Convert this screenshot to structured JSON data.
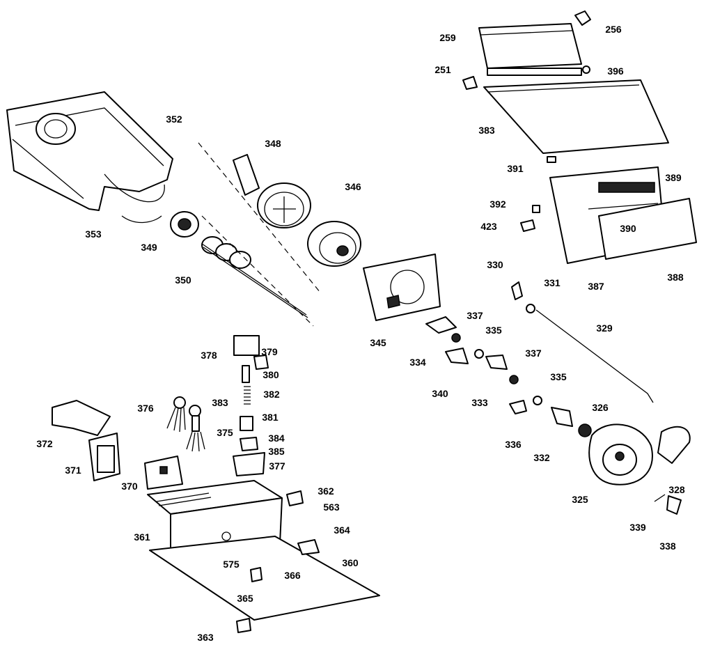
{
  "labels": {
    "p256": "256",
    "p259": "259",
    "p251": "251",
    "p396": "396",
    "p383_tray": "383",
    "p391": "391",
    "p389": "389",
    "p392": "392",
    "p390": "390",
    "p423": "423",
    "p387": "387",
    "p388": "388",
    "p352": "352",
    "p348": "348",
    "p346": "346",
    "p353": "353",
    "p349": "349",
    "p350": "350",
    "p345": "345",
    "p330": "330",
    "p331": "331",
    "p329": "329",
    "p337a": "337",
    "p335a": "335",
    "p334": "334",
    "p340": "340",
    "p333": "333",
    "p337b": "337",
    "p335b": "335",
    "p326": "326",
    "p336": "336",
    "p332": "332",
    "p325": "325",
    "p328": "328",
    "p339": "339",
    "p338": "338",
    "p378": "378",
    "p379": "379",
    "p380": "380",
    "p382": "382",
    "p383": "383",
    "p381": "381",
    "p376": "376",
    "p375": "375",
    "p384": "384",
    "p385": "385",
    "p377": "377",
    "p372": "372",
    "p371": "371",
    "p370": "370",
    "p362": "362",
    "p563": "563",
    "p361": "361",
    "p364": "364",
    "p575": "575",
    "p366": "366",
    "p360": "360",
    "p365": "365",
    "p363": "363"
  }
}
